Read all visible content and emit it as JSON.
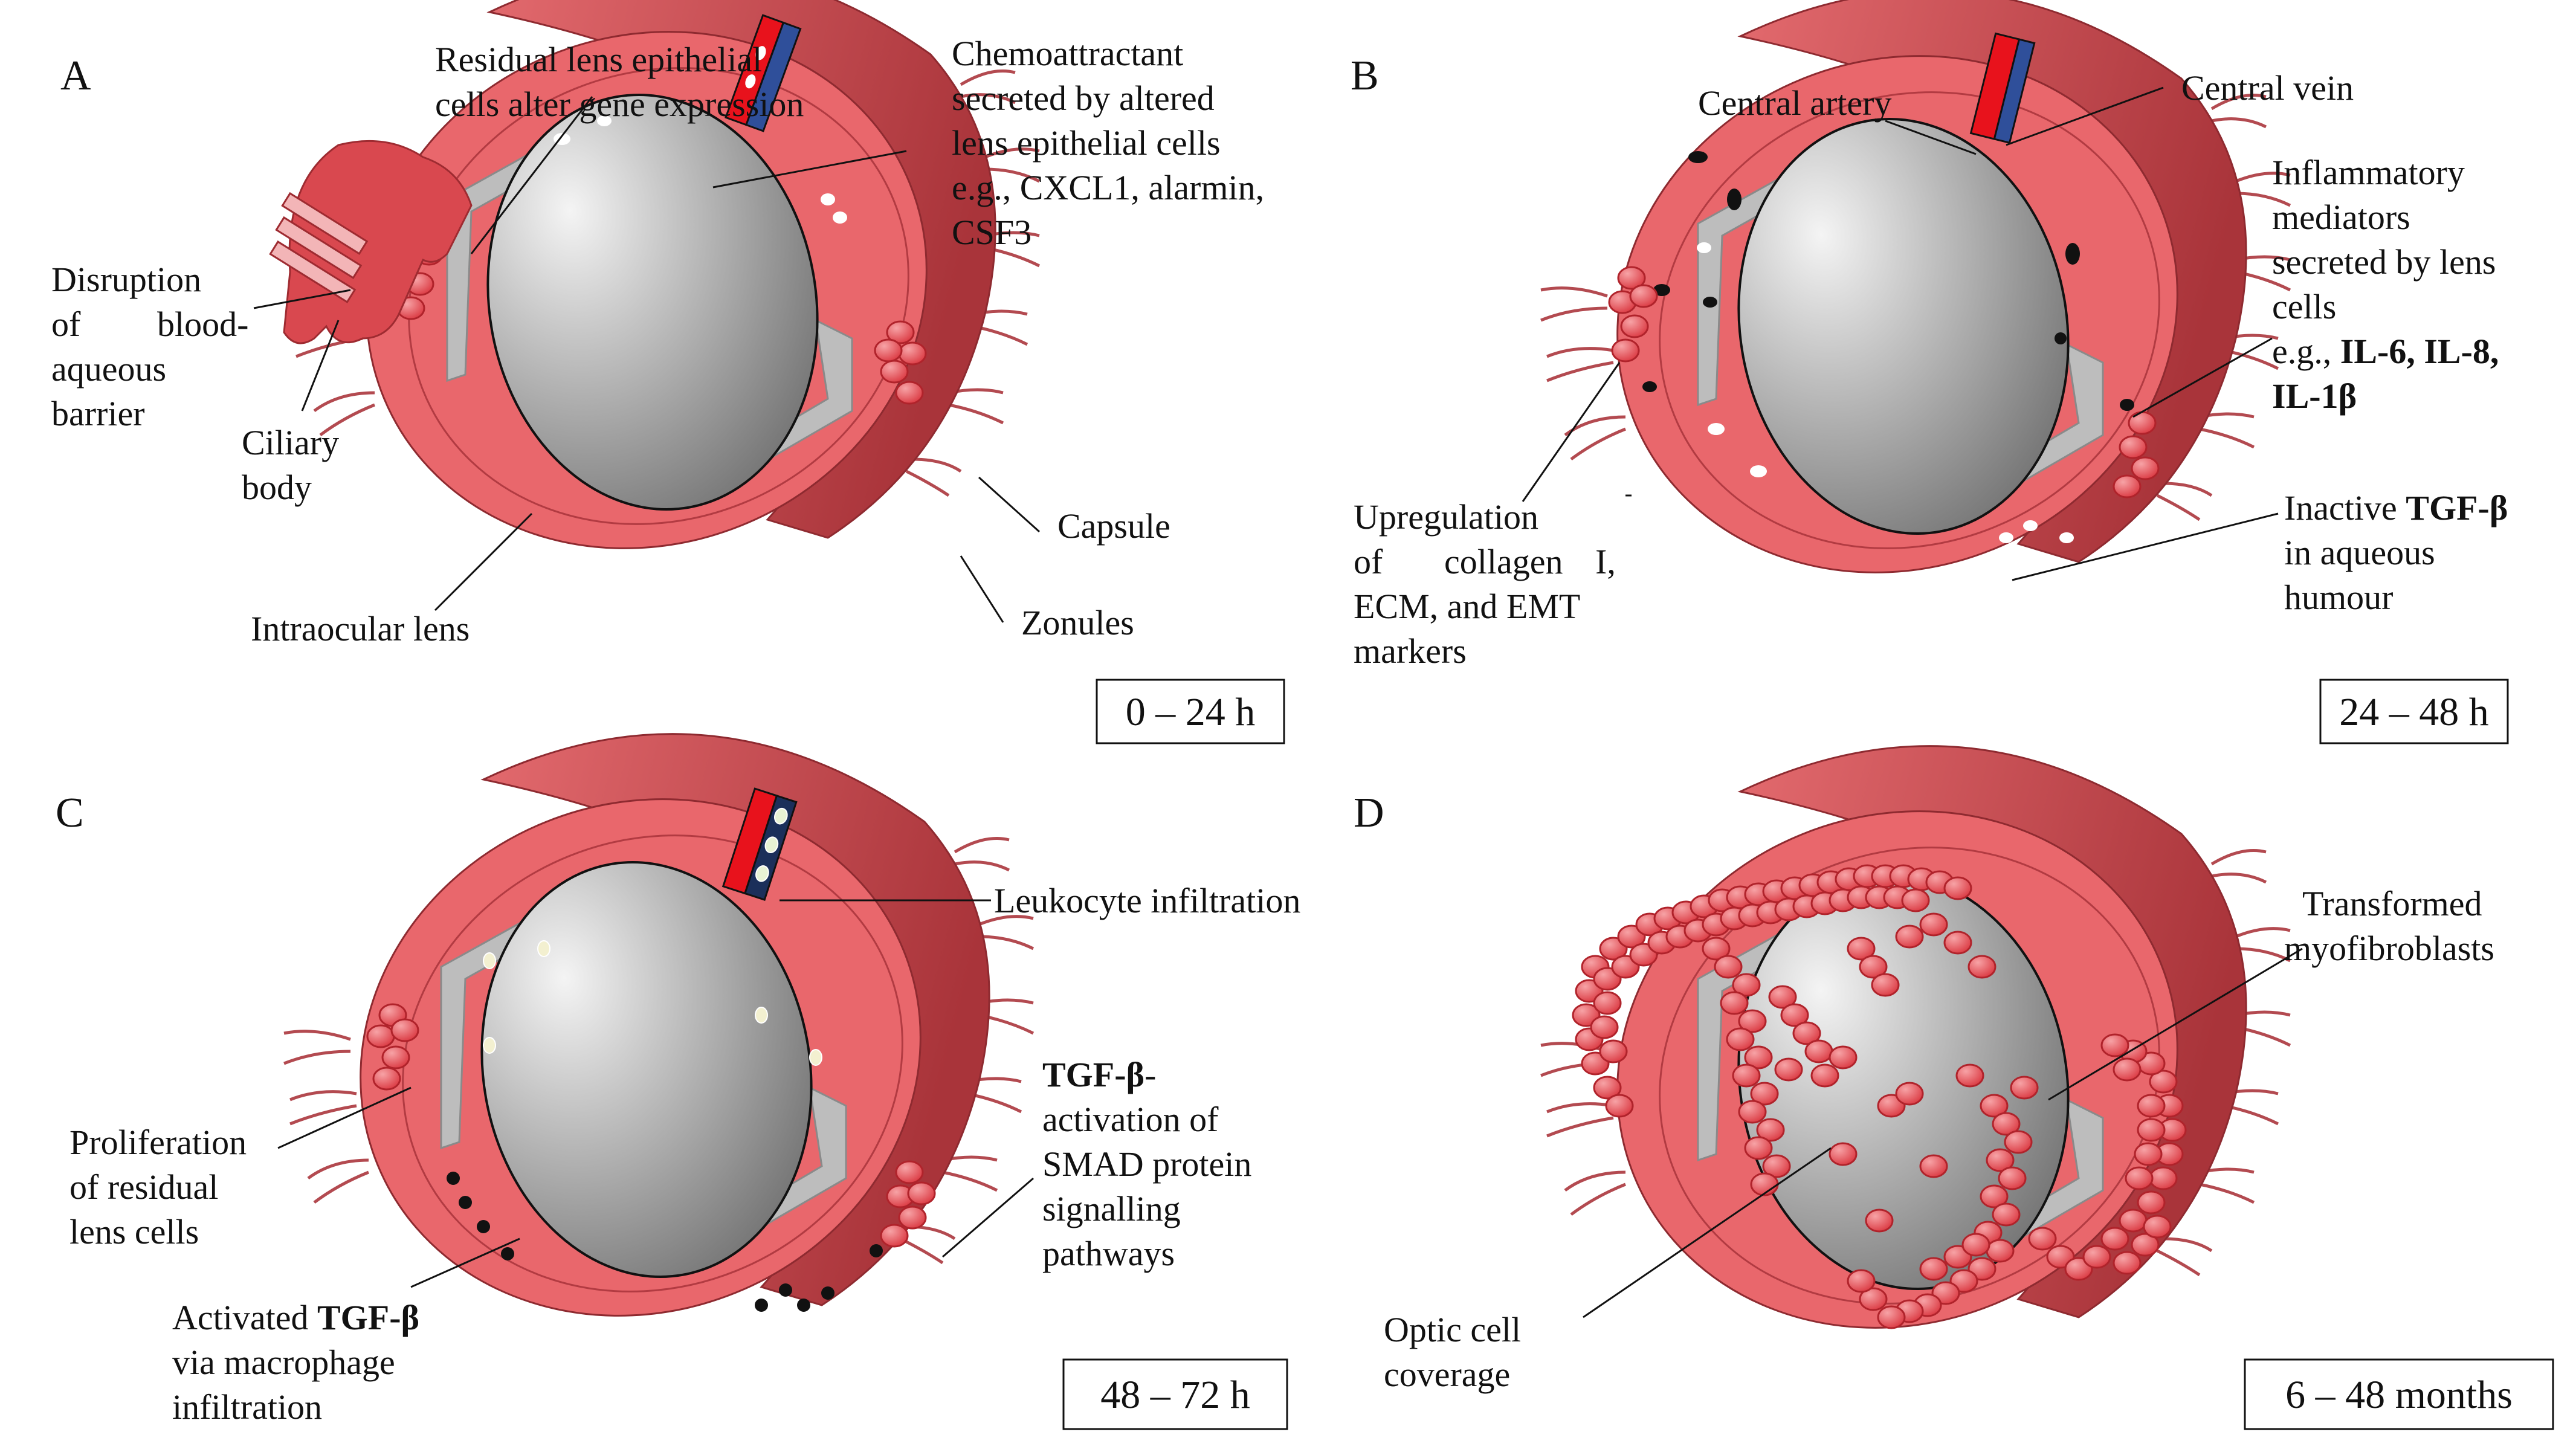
{
  "panels": [
    {
      "letter": "A",
      "time": "0 – 24 h",
      "labels": {
        "residual_l1": "Residual lens epithelial",
        "residual_l2": "cells alter gene expression",
        "chemo_l1": "Chemoattractant",
        "chemo_l2": "secreted by altered",
        "chemo_l3": "lens epithelial cells",
        "chemo_l4": "e.g., CXCL1, alarmin,",
        "chemo_l5": "CSF3",
        "disrupt_l1": "Disruption",
        "disrupt_l2": "of",
        "disrupt_l3": "blood-",
        "disrupt_l4": "aqueous",
        "disrupt_l5": "barrier",
        "ciliary_l1": "Ciliary",
        "ciliary_l2": "body",
        "capsule": "Capsule",
        "zonules": "Zonules",
        "iol": "Intraocular lens"
      }
    },
    {
      "letter": "B",
      "time": "24 – 48 h",
      "labels": {
        "artery": "Central artery",
        "vein": "Central vein",
        "inflam_l1": "Inflammatory",
        "inflam_l2": "mediators",
        "inflam_l3": "secreted by lens",
        "inflam_l4": "cells",
        "inflam_l5_a": "e.g., ",
        "inflam_l5_b": "IL-6, IL-8,",
        "inflam_l6": "IL-1β",
        "upreg_l1": "Upregulation",
        "upreg_l2a": "of",
        "upreg_l2b": "collagen",
        "upreg_l2c": "I,",
        "upreg_l3": "ECM, and EMT",
        "upreg_l4": "markers",
        "inactive_l1_a": "Inactive ",
        "inactive_l1_b": "TGF-β",
        "inactive_l2": "in aqueous",
        "inactive_l3": "humour"
      }
    },
    {
      "letter": "C",
      "time": "48 – 72 h",
      "labels": {
        "leuko": "Leukocyte infiltration",
        "tgf_l1": "TGF-β",
        "tgf_l1_suffix": "-",
        "tgf_l2": "activation of",
        "tgf_l3": "SMAD protein",
        "tgf_l4": "signalling",
        "tgf_l5": "pathways",
        "prolif_l1": "Proliferation",
        "prolif_l2": "of residual",
        "prolif_l3": "lens cells",
        "activated_l1_a": "Activated ",
        "activated_l1_b": "TGF-β",
        "activated_l2": "via macrophage",
        "activated_l3": "infiltration"
      }
    },
    {
      "letter": "D",
      "time": "6 – 48 months",
      "labels": {
        "transformed_l1": "Transformed",
        "transformed_l2": "myofibroblasts",
        "optic_l1": "Optic cell",
        "optic_l2": "coverage"
      }
    }
  ],
  "colors": {
    "capsule_light": "#e86a6e",
    "capsule_dark": "#b5373d",
    "cell_red": "#e8474f",
    "lens_gray": "#9a9a9a",
    "artery_red": "#e8121c",
    "vein_blue": "#2f4f9a"
  }
}
